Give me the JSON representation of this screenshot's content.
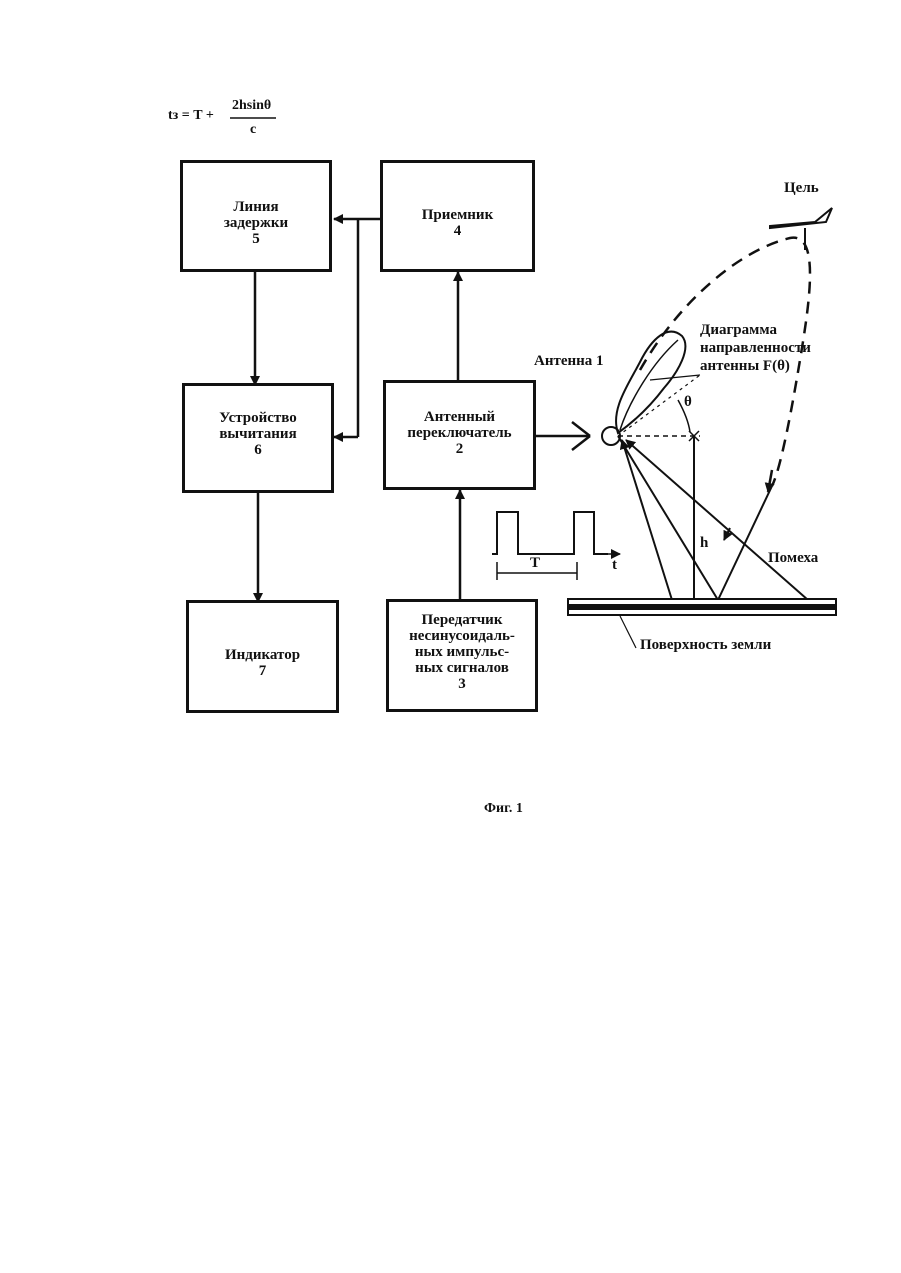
{
  "formula": {
    "lhs": "tз = T +",
    "numerator": "2hsinθ",
    "denominator": "c"
  },
  "blocks": {
    "delay": {
      "line1": "Линия",
      "line2": "задержки",
      "num": "5"
    },
    "receiver": {
      "line1": "Приемник",
      "num": "4"
    },
    "subtract": {
      "line1": "Устройство",
      "line2": "вычитания",
      "num": "6"
    },
    "switch": {
      "line1": "Антенный",
      "line2": "переключатель",
      "num": "2"
    },
    "indicator": {
      "line1": "Индикатор",
      "num": "7"
    },
    "transmitter": {
      "line1": "Передатчик",
      "line2": "несинусоидаль-",
      "line3": "ных импульс-",
      "line4": "ных сигналов",
      "num": "3"
    }
  },
  "labels": {
    "target": "Цель",
    "antenna": "Антенна 1",
    "pattern1": "Диаграмма",
    "pattern2": "направленности",
    "pattern3": "антенны  F(θ)",
    "theta": "θ",
    "h": "h",
    "interference": "Помеха",
    "ground": "Поверхность земли",
    "period": "T",
    "time": "t"
  },
  "caption": "Фиг. 1"
}
